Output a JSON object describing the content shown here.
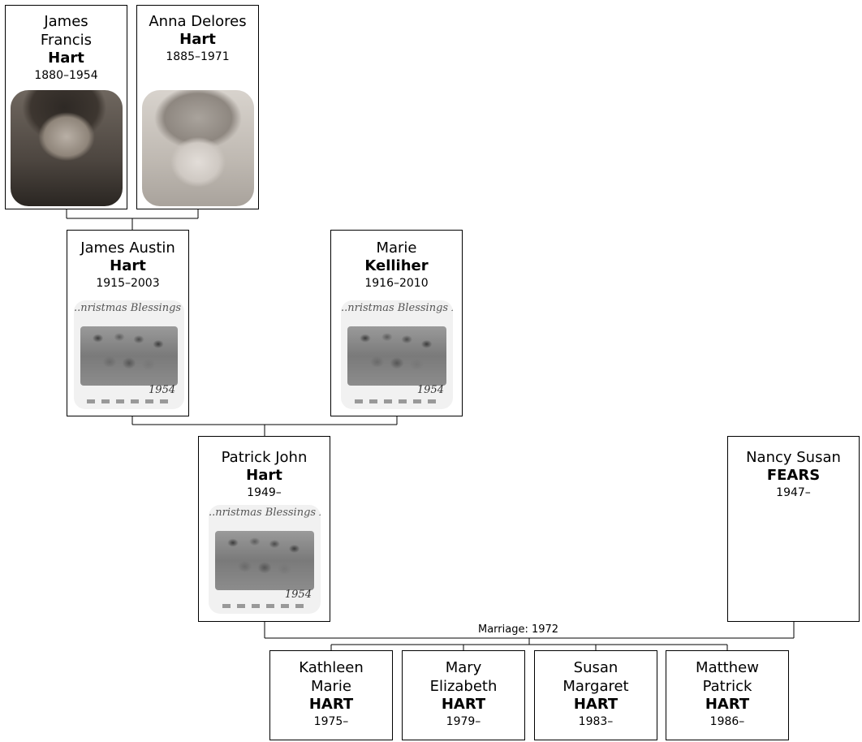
{
  "people": {
    "james_francis": {
      "given": "James Francis",
      "surname": "Hart",
      "years": "1880–1954"
    },
    "anna_delores": {
      "given": "Anna Delores",
      "surname": "Hart",
      "years": "1885–1971"
    },
    "james_austin": {
      "given": "James Austin",
      "surname": "Hart",
      "years": "1915–2003"
    },
    "marie": {
      "given": "Marie",
      "surname": "Kelliher",
      "years": "1916–2010"
    },
    "patrick_john": {
      "given": "Patrick John",
      "surname": "Hart",
      "years": "1949–"
    },
    "nancy_susan": {
      "given": "Nancy Susan",
      "surname": "FEARS",
      "years": "1947–"
    },
    "kathleen_marie": {
      "given": "Kathleen Marie",
      "surname": "HART",
      "years": "1975–"
    },
    "mary_elizabeth": {
      "given": "Mary Elizabeth",
      "surname": "HART",
      "years": "1979–"
    },
    "susan_margaret": {
      "given": "Susan Margaret",
      "surname": "HART",
      "years": "1983–"
    },
    "matthew_patrick": {
      "given": "Matthew Patrick",
      "surname": "HART",
      "years": "1986–"
    }
  },
  "family_photo": {
    "caption": "..nristmas Blessings Be",
    "year": "1954"
  },
  "marriage": {
    "label": "Marriage: 1972"
  }
}
